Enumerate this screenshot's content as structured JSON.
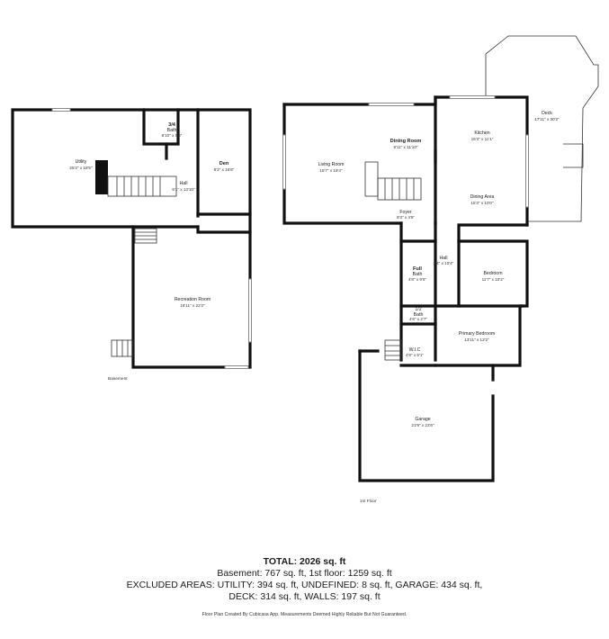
{
  "plans": {
    "basement": {
      "label": "Basement",
      "rooms": {
        "utility": {
          "name": "Utility",
          "dim": "25'2\" x 18'5\""
        },
        "bath34": {
          "name": "3/4",
          "name2": "Bath",
          "dim": "8'10\" x 5'6\""
        },
        "den": {
          "name": "Den",
          "dim": "8'2\" x 16'8\""
        },
        "hall": {
          "name": "Hall",
          "dim": "5'1\" x 13'10\""
        },
        "recroom": {
          "name": "Recreation Room",
          "dim": "18'11\" x 22'2\""
        }
      }
    },
    "first": {
      "label": "1st Floor",
      "rooms": {
        "dining": {
          "name": "Dining Room",
          "dim": "9'11\" x 11'10\""
        },
        "living": {
          "name": "Living Room",
          "dim": "15'7\" x 19'4\""
        },
        "kitchen": {
          "name": "Kitchen",
          "dim": "15'3\" x 11'1\""
        },
        "diningarea": {
          "name": "Dining Area",
          "dim": "15'3\" x 10'0\""
        },
        "deck": {
          "name": "Deck",
          "dim": "17'11\" x 30'2\""
        },
        "foyer": {
          "name": "Foyer",
          "dim": "9'3\" x 4'5\""
        },
        "hall": {
          "name": "Hall",
          "dim": "3'4\" x 10'4\""
        },
        "fullbath": {
          "name": "Full",
          "name2": "Bath",
          "dim": "4'8\" x 9'5\""
        },
        "bedroom": {
          "name": "Bedroom",
          "dim": "11'7\" x 10'2\""
        },
        "halfbath": {
          "name": "1/2",
          "name2": "Bath",
          "dim": "4'6\" x 2'7\""
        },
        "primary": {
          "name": "Primary Bedroom",
          "dim": "13'11\" x 12'2\""
        },
        "wic": {
          "name": "W.I.C",
          "dim": "4'8\" x 5'1\""
        },
        "garage": {
          "name": "Garage",
          "dim": "21'9\" x 23'6\""
        }
      }
    }
  },
  "summary": {
    "total": "TOTAL: 2026 sq. ft",
    "line1": "Basement: 767 sq. ft, 1st floor: 1259 sq. ft",
    "line2": "EXCLUDED AREAS: UTILITY: 394 sq. ft, UNDEFINED: 8 sq. ft, GARAGE: 434 sq. ft,",
    "line3": "DECK: 314 sq. ft, WALLS: 197 sq. ft",
    "credit": "Floor Plan Created By Cubicasa App. Measurements Deemed Highly Reliable But Not Guaranteed."
  }
}
